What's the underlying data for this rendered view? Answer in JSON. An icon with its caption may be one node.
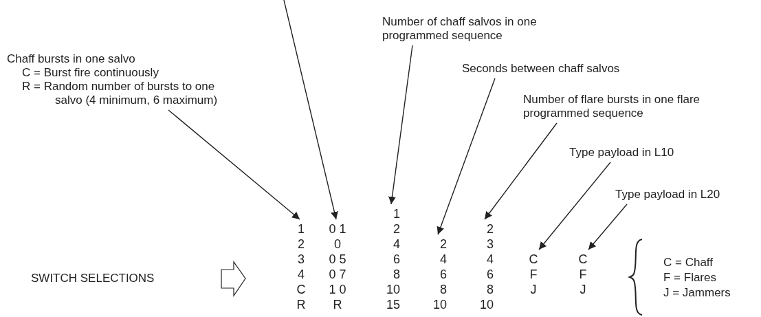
{
  "diagram": {
    "nodes": [
      {
        "text": [
          "Chaff bursts in one salvo",
          "C = Burst fire continuously",
          "R = Random number of bursts to one salvo (4 minimum, 6 maximum)"
        ]
      },
      {
        "text": [
          "Number of chaff salvos in one programmed sequence"
        ]
      },
      {
        "text": [
          "Seconds between chaff salvos"
        ]
      },
      {
        "text": [
          "Number of flare bursts in one flare programmed sequence"
        ]
      },
      {
        "text": [
          "Type payload in L10"
        ]
      },
      {
        "text": [
          "Type payload in L20"
        ]
      },
      {
        "text": [
          "1",
          "2",
          "3",
          "4",
          "C",
          "R"
        ]
      },
      {
        "text": [
          "0 1",
          "0",
          "0 5",
          "0 7",
          "1 0",
          "R"
        ]
      },
      {
        "text": [
          "1",
          "2",
          "4",
          "6",
          "8",
          "10",
          "15"
        ]
      },
      {
        "text": [
          "2",
          "4",
          "6",
          "8",
          "10"
        ]
      },
      {
        "text": [
          "2",
          "3",
          "4",
          "6",
          "8",
          "10"
        ]
      },
      {
        "text": [
          "C",
          "F",
          "J"
        ]
      },
      {
        "text": [
          "C",
          "F",
          "J"
        ]
      }
    ],
    "edges": [
      {
        "from": 0,
        "to": 6,
        "arrow": "to"
      },
      {
        "from": null,
        "to": 7,
        "arrow": "to"
      },
      {
        "from": 1,
        "to": 8,
        "arrow": "to"
      },
      {
        "from": 2,
        "to": 9,
        "arrow": "to"
      },
      {
        "from": 3,
        "to": 10,
        "arrow": "to"
      },
      {
        "from": 4,
        "to": 11,
        "arrow": "to"
      },
      {
        "from": 5,
        "to": 12,
        "arrow": "to"
      }
    ],
    "labels": [
      "SWITCH SELECTIONS",
      "C = Chaff",
      "F = Flares",
      "J = Jammers"
    ]
  }
}
